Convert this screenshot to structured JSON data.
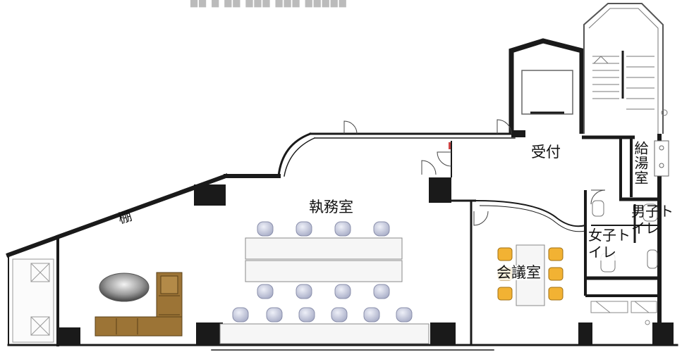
{
  "rooms": {
    "office": "執務室",
    "reception": "受付",
    "shelf": "棚",
    "kitchen": "給湯室",
    "mens_toilet": "男子トイレ",
    "womens_toilet": "女子トイレ",
    "meeting": "会議室"
  },
  "colors": {
    "wall": "#1a1a1a",
    "furniture_gray": "#d2d6e6",
    "sofa_brown": "#9c7436",
    "meeting_chair": "#f2b233",
    "table_fill": "#f6f6f6"
  }
}
